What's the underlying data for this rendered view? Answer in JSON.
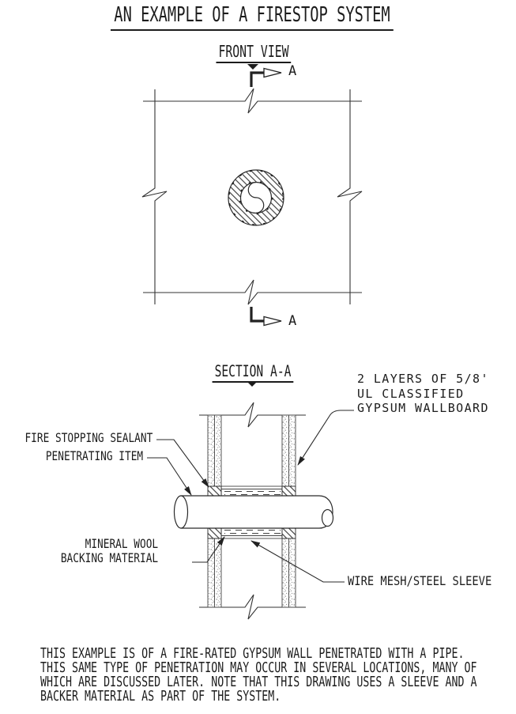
{
  "title": "AN EXAMPLE OF A FIRESTOP SYSTEM",
  "front_view": {
    "label": "FRONT VIEW",
    "section_letter_top": "A",
    "section_letter_bottom": "A"
  },
  "section_view": {
    "label": "SECTION A-A"
  },
  "callouts": {
    "gypsum_line1": "2 LAYERS OF 5/8'",
    "gypsum_line2": "UL CLASSIFIED",
    "gypsum_line3": "GYPSUM WALLBOARD",
    "fire_stopping_sealant": "FIRE STOPPING SEALANT",
    "penetrating_item": "PENETRATING ITEM",
    "mineral_wool_line1": "MINERAL WOOL",
    "mineral_wool_line2": "BACKING MATERIAL",
    "wire_mesh": "WIRE MESH/STEEL SLEEVE"
  },
  "notes": {
    "line1": "THIS EXAMPLE IS OF A FIRE-RATED GYPSUM WALL PENETRATED WITH A PIPE.",
    "line2": "THIS SAME TYPE OF PENETRATION MAY OCCUR IN SEVERAL LOCATIONS, MANY OF",
    "line3": "WHICH ARE DISCUSSED LATER. NOTE THAT THIS DRAWING USES A SLEEVE AND A",
    "line4": "BACKER MATERIAL AS PART OF THE SYSTEM."
  },
  "colors": {
    "ink": "#1c1c1c",
    "line": "#333333",
    "paper": "#ffffff"
  }
}
